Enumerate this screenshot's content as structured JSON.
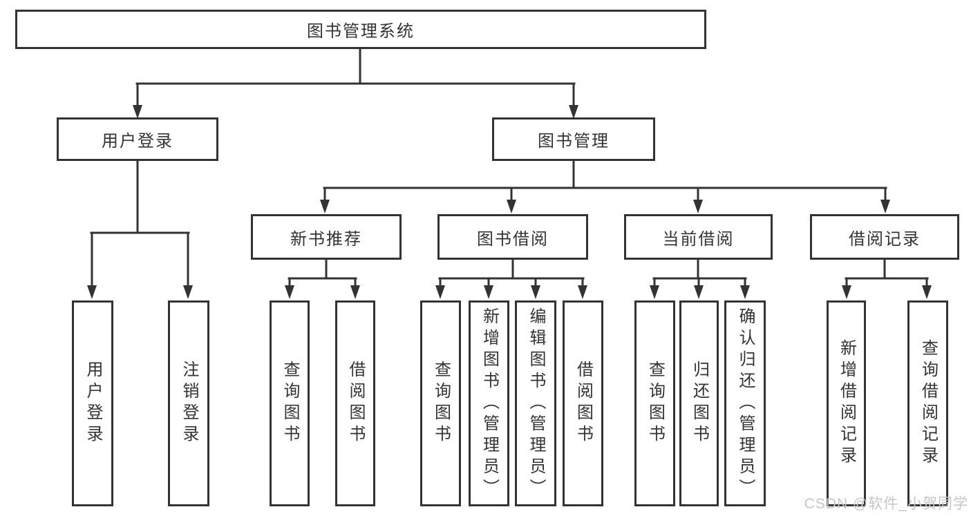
{
  "diagram": {
    "root": {
      "label": "图书管理系统"
    },
    "branches": [
      {
        "label": "用户登录",
        "children": [
          {
            "label": "用户登录"
          },
          {
            "label": "注销登录"
          }
        ]
      },
      {
        "label": "图书管理",
        "children": [
          {
            "label": "新书推荐",
            "children": [
              {
                "label": "查询图书"
              },
              {
                "label": "借阅图书"
              }
            ]
          },
          {
            "label": "图书借阅",
            "children": [
              {
                "label": "查询图书"
              },
              {
                "label": "新增图书（管理员）"
              },
              {
                "label": "编辑图书（管理员）"
              },
              {
                "label": "借阅图书"
              }
            ]
          },
          {
            "label": "当前借阅",
            "children": [
              {
                "label": "查询图书"
              },
              {
                "label": "归还图书"
              },
              {
                "label": "确认归还（管理员）"
              }
            ]
          },
          {
            "label": "借阅记录",
            "children": [
              {
                "label": "新增借阅记录"
              },
              {
                "label": "查询借阅记录"
              }
            ]
          }
        ]
      }
    ]
  },
  "watermark": {
    "text": "CSDN @软件_小贺同学"
  },
  "colors": {
    "line": "#333333",
    "text": "#333333",
    "watermark": "#c5c5c5",
    "background": "#ffffff"
  }
}
